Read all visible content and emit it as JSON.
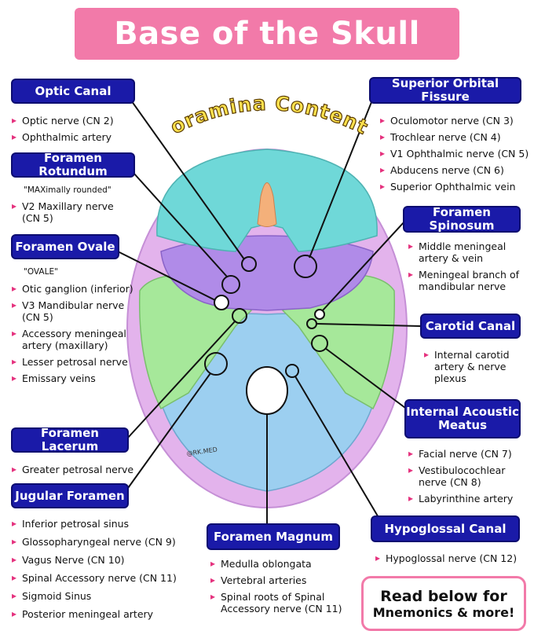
{
  "title": "Base of the Skull",
  "subtitle": "Foramina Contents",
  "watermark": "@RK.MED",
  "colors": {
    "banner": "#f27aa9",
    "box": "#1a1aa8",
    "bullet": "#e5327e",
    "anterior": "#6fd8d8",
    "middle": "#b08be8",
    "temporal": "#a6e89a",
    "posterior": "#9ccff0",
    "outer": "#e3b3ec"
  },
  "optic_canal": {
    "label": "Optic Canal",
    "items": [
      "Optic nerve (CN 2)",
      "Ophthalmic artery"
    ]
  },
  "foramen_rotundum": {
    "label": "Foramen Rotundum",
    "note": "\"MAXimally rounded\"",
    "items": [
      "V2 Maxillary nerve (CN 5)"
    ]
  },
  "foramen_ovale": {
    "label": "Foramen Ovale",
    "note": "\"OVALE\"",
    "items": [
      "Otic ganglion (inferior)",
      "V3 Mandibular nerve (CN 5)",
      "Accessory meningeal artery (maxillary)",
      "Lesser petrosal nerve",
      "Emissary veins"
    ]
  },
  "foramen_lacerum": {
    "label": "Foramen Lacerum",
    "items": [
      "Greater petrosal nerve"
    ]
  },
  "jugular_foramen": {
    "label": "Jugular Foramen",
    "items": [
      "Inferior petrosal sinus",
      "Glossopharyngeal nerve (CN 9)",
      "Vagus Nerve (CN 10)",
      "Spinal Accessory nerve (CN 11)",
      "Sigmoid Sinus",
      "Posterior meningeal artery"
    ]
  },
  "superior_orbital_fissure": {
    "label": "Superior Orbital Fissure",
    "items": [
      "Oculomotor nerve (CN 3)",
      "Trochlear nerve (CN 4)",
      "V1 Ophthalmic nerve (CN 5)",
      "Abducens nerve (CN 6)",
      "Superior Ophthalmic vein"
    ]
  },
  "foramen_spinosum": {
    "label": "Foramen Spinosum",
    "items": [
      "Middle meningeal artery & vein",
      "Meningeal branch of mandibular nerve"
    ]
  },
  "carotid_canal": {
    "label": "Carotid Canal",
    "items": [
      "Internal carotid artery & nerve plexus"
    ]
  },
  "internal_acoustic_meatus": {
    "label": "Internal Acoustic Meatus",
    "items": [
      "Facial nerve (CN 7)",
      "Vestibulocochlear nerve (CN 8)",
      "Labyrinthine artery"
    ]
  },
  "hypoglossal_canal": {
    "label": "Hypoglossal Canal",
    "items": [
      "Hypoglossal nerve (CN 12)"
    ]
  },
  "foramen_magnum": {
    "label": "Foramen Magnum",
    "items": [
      "Medulla oblongata",
      "Vertebral arteries",
      "Spinal roots of Spinal Accessory nerve (CN 11)"
    ]
  },
  "cta": {
    "line1": "Read below for",
    "line2": "Mnemonics & more!"
  }
}
